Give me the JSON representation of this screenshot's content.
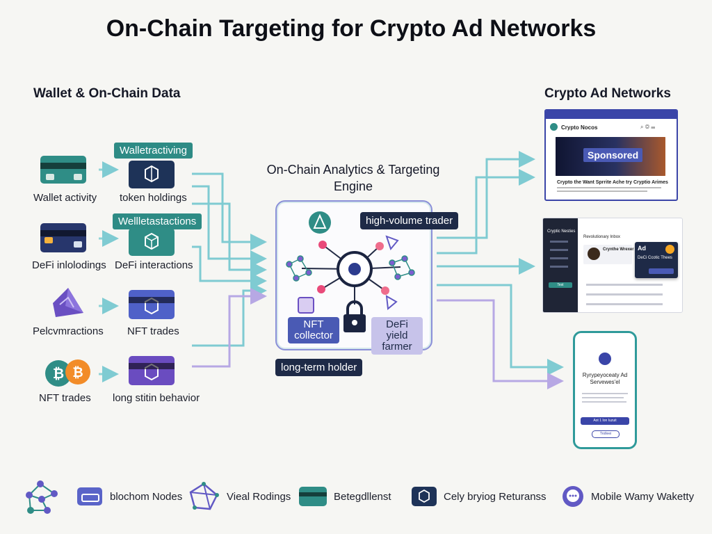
{
  "title": "On-Chain Targeting for Crypto Ad Networks",
  "left_section": {
    "title": "Wallet & On-Chain Data",
    "rows": [
      {
        "source_label": "Wallet activity",
        "token_banner": "Walletractiving",
        "token_label": "token holdings"
      },
      {
        "source_label": "DeFi inlolodings",
        "token_banner": "Wellletastactions",
        "token_label": "DeFi interactions"
      },
      {
        "source_label": "Pelcvmractions",
        "token_label": "NFT trades"
      },
      {
        "source_label": "NFT trades",
        "token_label": "long stitin behavior"
      }
    ]
  },
  "engine": {
    "title": "On-Chain Analytics & Targeting Engine",
    "segments": {
      "high_volume": "high-volume trader",
      "nft_collector": "NFT collector",
      "defi_farmer": "DeFi yield farmer",
      "long_term": "long-term holder"
    }
  },
  "right_section": {
    "title": "Crypto Ad Networks",
    "desktop": {
      "site_name": "Crypto Nocos",
      "banner": "Sponsored",
      "headline": "Crypto the Want Sprrite Ache try Cryptio Arimes"
    },
    "dashboard": {
      "app_name": "Cryptic Nesties",
      "header": "Revolutionary Inbox",
      "profile_name": "Crynthe Wrexer",
      "ad_label": "Ad",
      "ad_text": "DeCi Ccotic Thees",
      "side_button": "Test"
    },
    "mobile": {
      "headline": "Ryrypeyoceaty Ad Servewes'el",
      "button_primary": "Aot 1 Ion Iuzuit",
      "button_secondary": "Trolleei"
    }
  },
  "legend": [
    {
      "icon": "network-nodes-icon",
      "label": ""
    },
    {
      "icon": "card-purple-icon",
      "label": "blochom Nodes"
    },
    {
      "icon": "network-outline-icon",
      "label": "Vieal Rodings"
    },
    {
      "icon": "card-teal-icon",
      "label": "Betegdllenst"
    },
    {
      "icon": "token-card-icon",
      "label": "Cely bryiog Returanss"
    },
    {
      "icon": "chat-bubble-icon",
      "label": "Mobile Wamy Waketty"
    }
  ],
  "colors": {
    "teal": "#2f8d86",
    "navy": "#1e3358",
    "purple": "#6159c4",
    "arrow_teal": "#7fcbd2",
    "arrow_lavender": "#b7a8e4",
    "engine_border": "#8a8fd8"
  }
}
